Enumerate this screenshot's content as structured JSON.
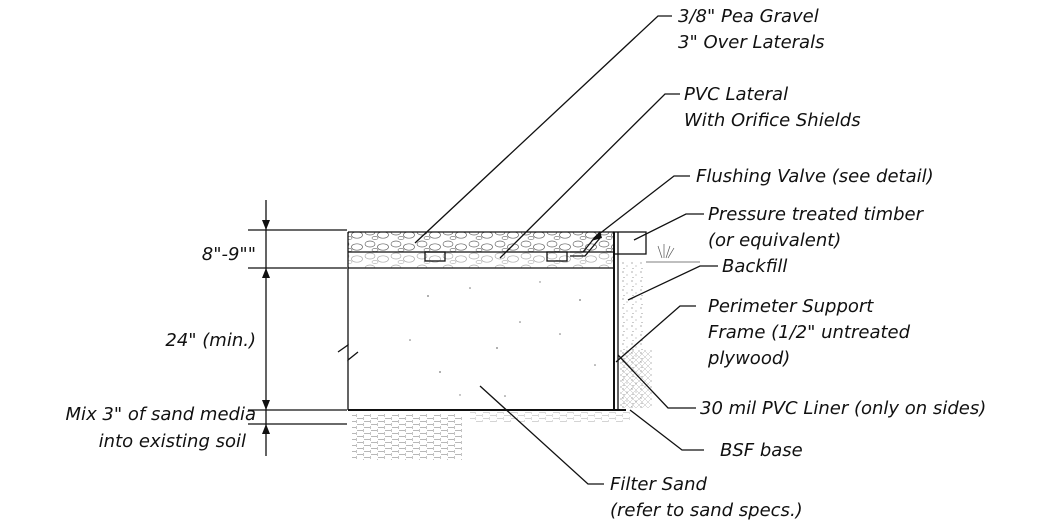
{
  "diagram": {
    "labels": {
      "pea_gravel": [
        "3/8\" Pea Gravel",
        "3\" Over Laterals"
      ],
      "pvc_lateral": [
        "PVC Lateral",
        "With Orifice Shields"
      ],
      "flushing_valve": "Flushing Valve (see detail)",
      "timber": [
        "Pressure treated timber",
        "(or equivalent)"
      ],
      "backfill": "Backfill",
      "perimeter_frame": [
        "Perimeter Support",
        "Frame (1/2\" untreated",
        "plywood)"
      ],
      "liner": "30 mil PVC Liner (only on sides)",
      "bsf_base": "BSF base",
      "filter_sand": [
        "Filter Sand",
        "(refer to sand specs.)"
      ]
    },
    "dimensions": {
      "gravel_depth": "8\"-9\"\"",
      "sand_depth": "24\" (min.)",
      "mix_note": [
        "Mix 3\" of sand media",
        "into existing soil"
      ]
    }
  }
}
